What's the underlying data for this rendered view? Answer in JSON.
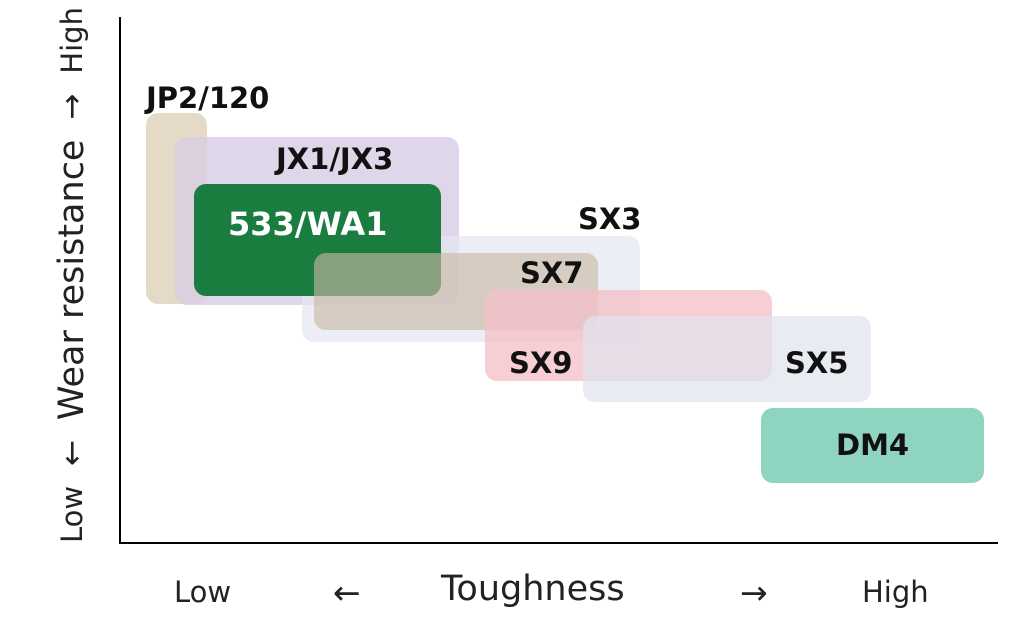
{
  "y_axis": {
    "low": "Low",
    "arrow_down": "←",
    "title": "Wear resistance",
    "arrow_up": "→",
    "high": "High"
  },
  "x_axis": {
    "low": "Low",
    "arrow_left": "←",
    "title": "Toughness",
    "arrow_right": "→",
    "high": "High"
  },
  "grades": [
    {
      "label": "JP2/120",
      "color": "#e2d6c2"
    },
    {
      "label": "JX1/JX3",
      "color": "#d7cde3"
    },
    {
      "label": "533/WA1",
      "color": "#1b7c3f",
      "label_color": "#ffffff"
    },
    {
      "label": "SX3",
      "color": "#e3e7f1"
    },
    {
      "label": "SX7",
      "color": "#c9b7a3"
    },
    {
      "label": "SX9",
      "color": "#f4c0c8"
    },
    {
      "label": "SX5",
      "color": "#e0e3ef"
    },
    {
      "label": "DM4",
      "color": "#8fd3c1"
    }
  ]
}
